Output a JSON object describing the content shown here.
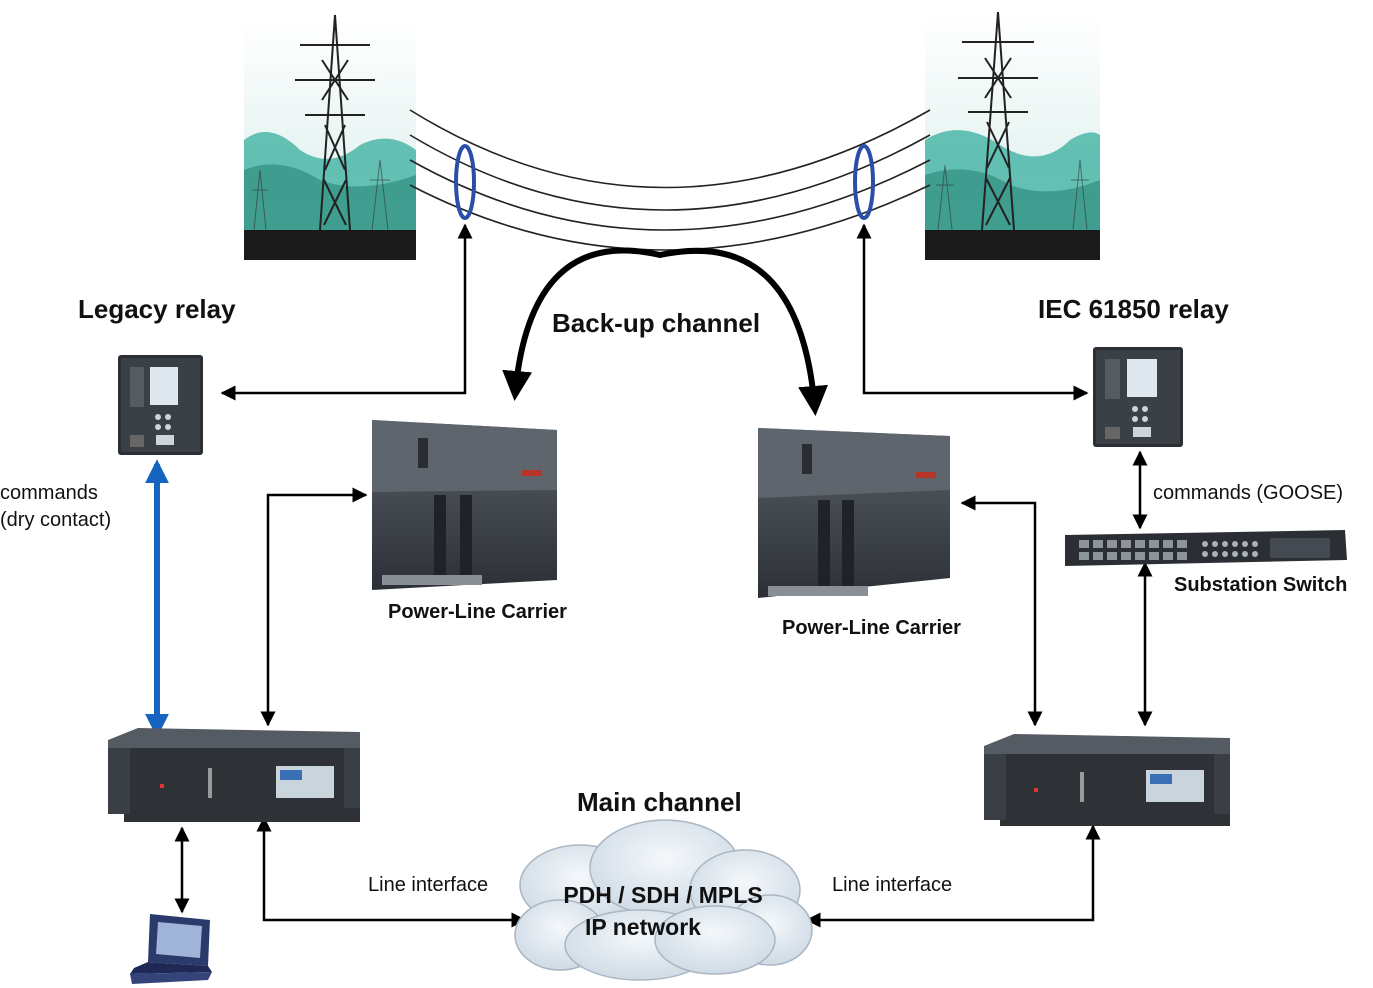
{
  "labels": {
    "legacy_relay": "Legacy relay",
    "iec_relay": "IEC 61850 relay",
    "backup_channel": "Back-up channel",
    "main_channel": "Main channel",
    "plc_left": "Power-Line Carrier",
    "plc_right": "Power-Line Carrier",
    "commands_dry_line1": "commands",
    "commands_dry_line2": "(dry contact)",
    "commands_goose": "commands (GOOSE)",
    "substation_switch": "Substation Switch",
    "line_interface_left": "Line interface",
    "line_interface_right": "Line interface",
    "network_line1": "PDH / SDH / MPLS",
    "network_line2": "IP network"
  },
  "colors": {
    "arrow": "#000000",
    "relay_link": "#1565c0",
    "coupler_ring": "#2a4fa8",
    "device_body": "#3a3f45",
    "cloud": "#dfe7ef",
    "sky": "#eaf6fb",
    "vegetation": "#3bb0a2",
    "ground": "#1a1a1a"
  },
  "icons": {
    "tower": "transmission-tower-icon",
    "relay": "protection-relay-icon",
    "plc": "power-line-carrier-rack-icon",
    "multiplexer": "teleprotection-multiplexer-icon",
    "switch": "substation-switch-icon",
    "laptop": "laptop-icon",
    "cloud": "network-cloud-icon"
  }
}
